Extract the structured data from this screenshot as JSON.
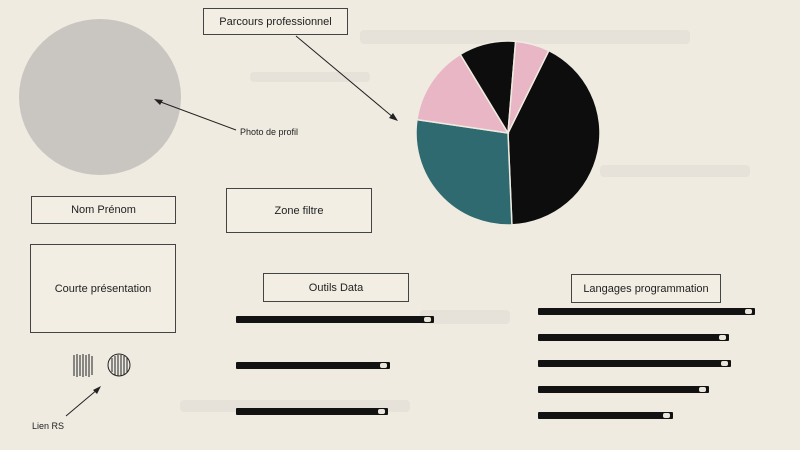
{
  "profile": {
    "photo_label": "Photo de profil",
    "name_box": "Nom Prénom",
    "presentation_box": "Courte présentation",
    "social_label": "Lien RS"
  },
  "career": {
    "title": "Parcours professionnel"
  },
  "filter": {
    "title": "Zone filtre"
  },
  "tools": {
    "title": "Outils Data",
    "bars": [
      0.99,
      0.77,
      0.76
    ]
  },
  "languages": {
    "title": "Langages programmation",
    "bars": [
      1.0,
      0.88,
      0.89,
      0.79,
      0.62
    ]
  },
  "chart_data": {
    "type": "pie",
    "values": [
      42,
      28,
      14,
      10,
      6
    ],
    "colors": [
      "#0d0d0d",
      "#2e6a70",
      "#e8b6c4",
      "#0d0d0d",
      "#e8b6c4"
    ]
  }
}
